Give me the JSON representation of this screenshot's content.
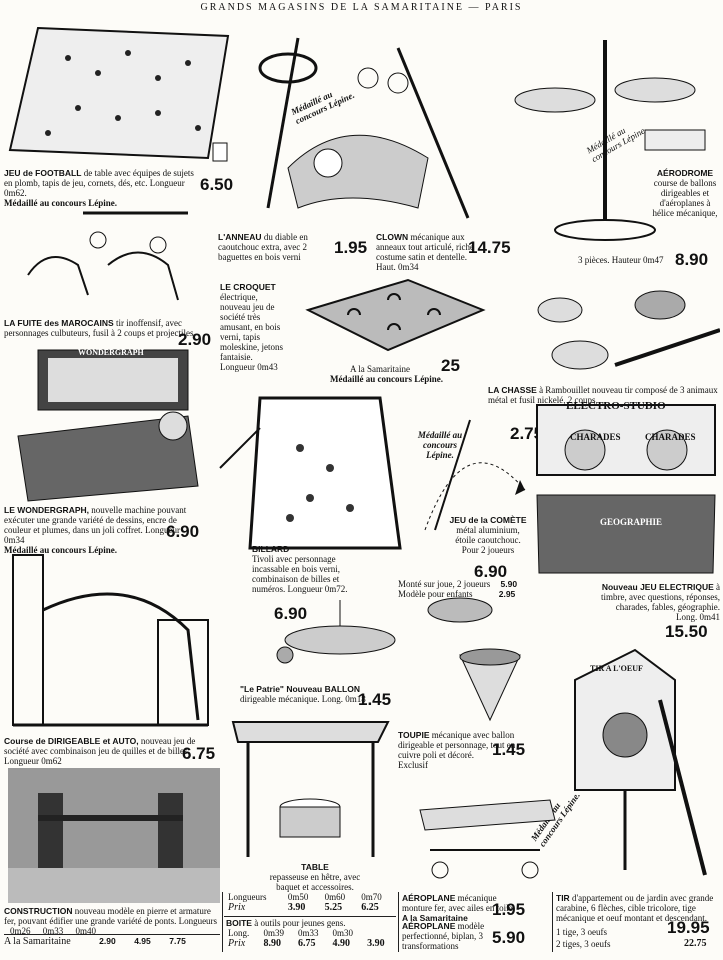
{
  "header": "GRANDS MAGASINS DE LA SAMARITAINE — PARIS",
  "football": {
    "title": "JEU de FOOTBALL",
    "text": " de table avec équipes de sujets en plomb, tapis de jeu, cornets, dés, etc. Longueur 0m62.",
    "medal": "Médaillé au concours Lépine.",
    "price": "6.50"
  },
  "anneau": {
    "title": "L'ANNEAU",
    "text": " du diable en caoutchouc extra, avec 2 baguettes en bois verni",
    "price": "1.95",
    "medal": "Médaillé au concours Lépine."
  },
  "clown": {
    "title": "CLOWN",
    "text": " mécanique aux anneaux tout articulé, riche costume satin et dentelle. Haut. 0m34",
    "price": "14.75"
  },
  "aerodrome": {
    "title": "AÉRODROME",
    "text": "course de ballons dirigeables et d'aéroplanes à hélice mécanique,",
    "sub": "3 pièces. Hauteur 0m47",
    "price": "8.90",
    "medal": "Médaillé au concours Lépine"
  },
  "marocains": {
    "title": "LA FUITE des MAROCAINS",
    "text": " tir inoffensif, avec personnages culbuteurs, fusil à 2 coups et projectiles",
    "price": "2.90"
  },
  "croquet": {
    "title": "LE CROQUET",
    "text": "électrique, nouveau jeu de société très amusant, en bois verni, tapis moleskine, jetons fantaisie.",
    "len": "Longueur 0m43",
    "sam": "A la Samaritaine",
    "price": "25",
    "medal": "Médaillé au concours Lépine."
  },
  "chasse": {
    "title": "LA CHASSE",
    "text": " à Rambouillet nouveau tir composé de 3 animaux métal et fusil nickelé, 2 coups",
    "price": "2.75"
  },
  "wondergraph": {
    "box": "WONDERGRAPH",
    "title": "LE WONDERGRAPH,",
    "text": " nouvelle machine pouvant exécuter une grande variété de dessins, encre de couleur et plumes, dans un joli coffret. Longueur 0m34",
    "medal": "Médaillé au concours Lépine.",
    "price": "6.90"
  },
  "billard": {
    "title": "BILLARD",
    "text": "Tivoli avec personnage incassable en bois verni, combinaison de billes et numéros. Longueur 0m72.",
    "price": "6.90",
    "medal": "Médaillé au concours Lépine."
  },
  "comete": {
    "title": "JEU de la COMÈTE",
    "text": "métal aluminium, étoile caoutchouc. Pour 2 joueurs",
    "price": "6.90",
    "r1": "Monté sur joue, 2 joueurs",
    "p1": "5.90",
    "r2": "Modèle pour enfants",
    "p2": "2.95"
  },
  "electro": {
    "box": "ELECTRO-STUDIO",
    "ch1": "CHARADES",
    "ch2": "CHARADES",
    "geo": "GEOGRAPHIE",
    "title": "Nouveau JEU ELECTRIQUE",
    "text": " à timbre, avec questions, réponses, charades, fables, géographie. Long. 0m41",
    "price": "15.50"
  },
  "patrie": {
    "title": "\"Le Patrie\" Nouveau BALLON",
    "text": " dirigeable mécanique. Long. 0m18",
    "price": "1.45"
  },
  "dirigeable": {
    "title": "Course de DIRIGEABLE et AUTO,",
    "text": " nouveau jeu de société avec combinaison jeu de quilles et de billes. Longueur 0m62",
    "price": "6.75"
  },
  "toupie": {
    "title": "TOUPIE",
    "text": " mécanique avec ballon dirigeable et personnage, tout en cuivre poli et décoré.",
    "excl": "Exclusif",
    "price": "1.45"
  },
  "tir": {
    "sign": "TIR A L'OEUF",
    "title": "TIR",
    "text": " d'appartement ou de jardin avec grande carabine, 6 flèches, cible tricolore, tige mécanique et oeuf montant et descendant.",
    "r1": "1 tige, 3 oeufs",
    "p1": "19.95",
    "r2": "2 tiges, 3 oeufs",
    "p2": "22.75",
    "medal": "Médaillé au concours Lépine."
  },
  "table": {
    "title": "TABLE",
    "text": "repasseuse en hêtre, avec baquet et accessoires.",
    "cols": [
      "Longueurs",
      "0m50",
      "0m60",
      "0m70"
    ],
    "prices": [
      "Prix",
      "3.90",
      "5.25",
      "6.25"
    ]
  },
  "boite": {
    "title": "BOITE",
    "text": " à outils pour jeunes gens.",
    "cols": [
      "Long.",
      "0m39",
      "0m33",
      "0m30"
    ],
    "prices": [
      "Prix",
      "8.90",
      "6.75",
      "4.90",
      "3.90"
    ]
  },
  "construction": {
    "title": "CONSTRUCTION",
    "text": " nouveau modèle en pierre et armature fer, pouvant édifier une grande variété de ponts. Longueurs",
    "lens": [
      "0m26",
      "0m33",
      "0m40"
    ],
    "sam": "A la Samaritaine",
    "prices": [
      "2.90",
      "4.95",
      "7.75"
    ]
  },
  "aeroplane": {
    "title": "AÉROPLANE",
    "text": " mécanique monture fer, avec ailes en toile.",
    "sam": "A la Samaritaine",
    "price": "1.95",
    "title2": "AÉROPLANE",
    "text2": " modèle perfectionné, biplan, 3 transformations",
    "price2": "5.90"
  }
}
